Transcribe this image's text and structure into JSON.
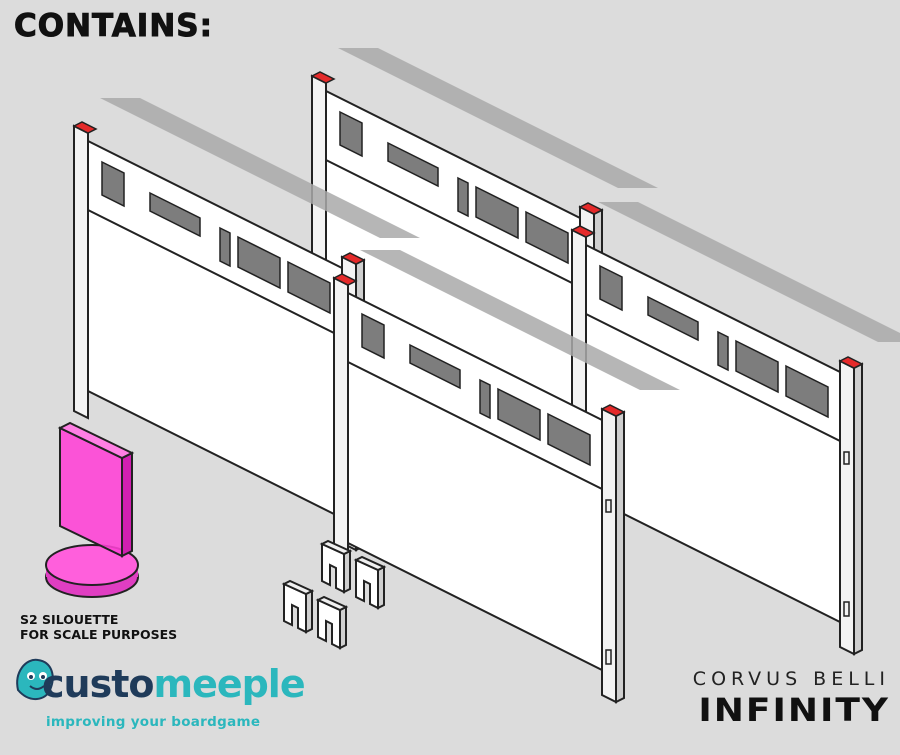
{
  "heading": "CONTAINS:",
  "scale_note": {
    "line1": "S2 SILOUETTE",
    "line2": "FOR SCALE PURPOSES"
  },
  "brand_left": {
    "word_part1": "custo",
    "word_part2": "meeple",
    "tagline": "improving your boardgame"
  },
  "brand_right": {
    "line1": "CORVUS BELLI",
    "line2": "INFINITY"
  },
  "colors": {
    "background": "#dcdcdc",
    "wall_face": "#ffffff",
    "outline": "#222222",
    "shadow": "#a6a6a6",
    "accent_tip": "#e52a2a",
    "silhouette": "#ff40d6",
    "brand_teal": "#2bb7bd",
    "brand_navy": "#1f3b5a"
  },
  "icons": [
    "meeple-mascot-icon",
    "fence-wall-piece-icon",
    "stand-clip-icon",
    "s2-silhouette-icon"
  ]
}
